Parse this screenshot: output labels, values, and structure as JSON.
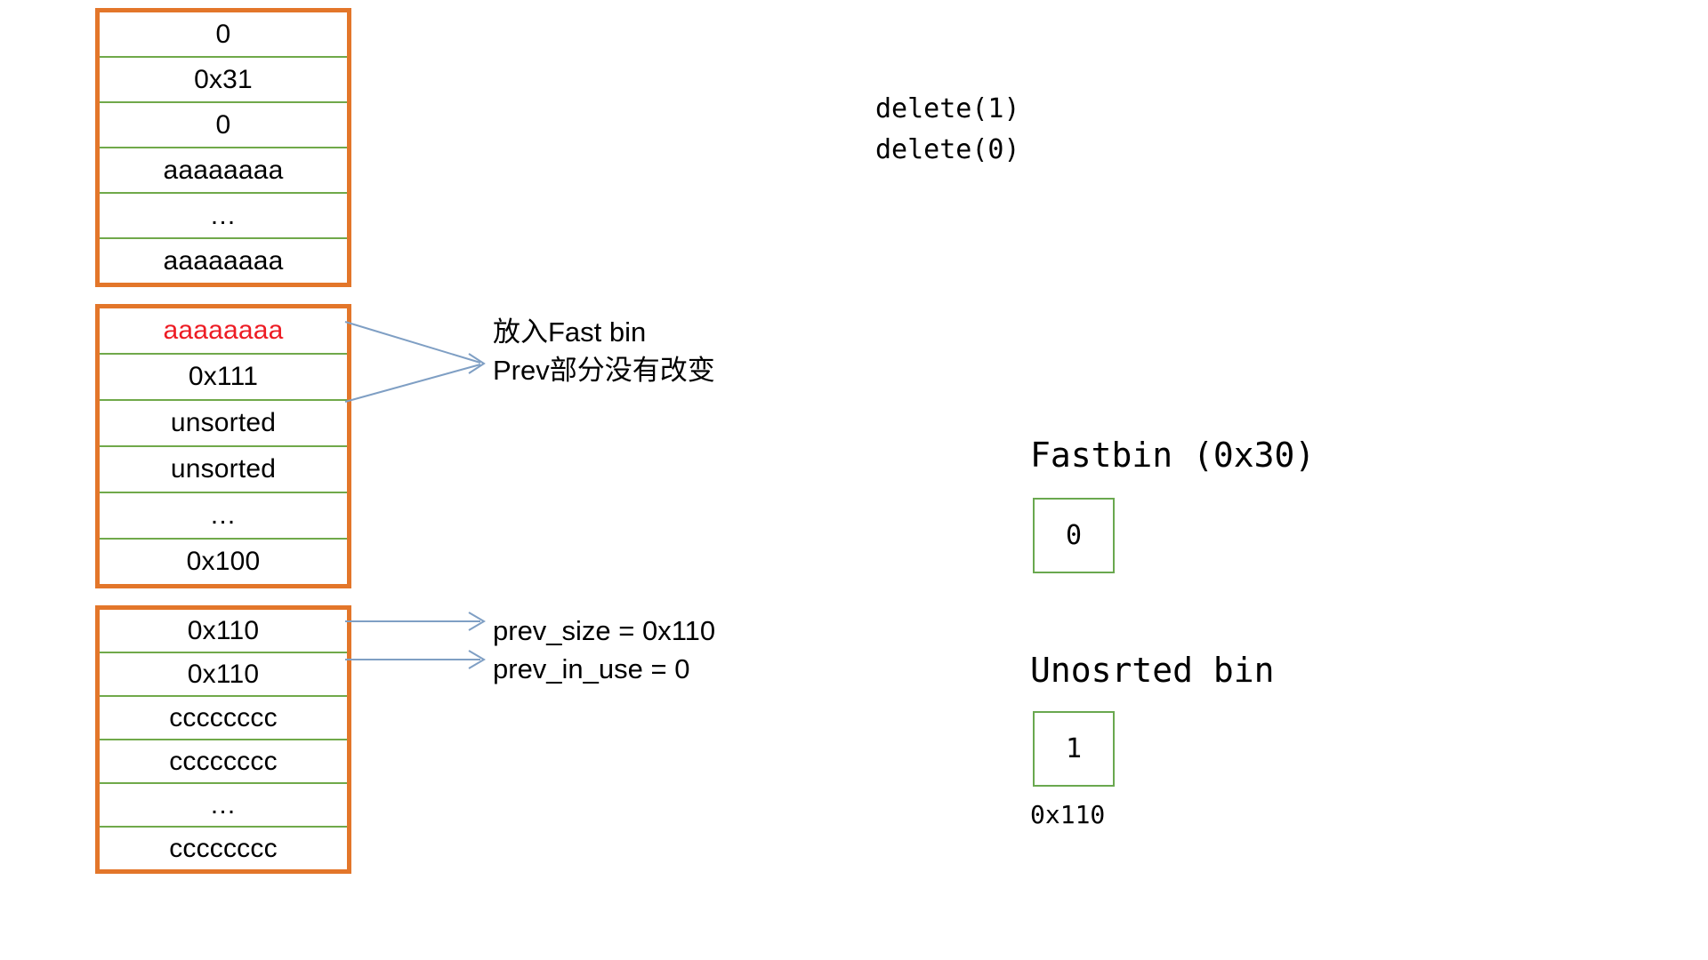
{
  "diagram": {
    "title": "heap chunk layout after delete(1) and delete(0)",
    "colors": {
      "chunk_border": "#e3762a",
      "row_divider": "#70a94a",
      "bin_border": "#6aa84f",
      "arrow": "#7f9fc4",
      "highlight_text": "#ed1c24",
      "text": "#000000",
      "background": "#ffffff"
    }
  },
  "chunks": [
    {
      "name": "chunk-0",
      "rows": [
        {
          "text": "0",
          "highlight": false
        },
        {
          "text": "0x31",
          "highlight": false
        },
        {
          "text": "0",
          "highlight": false
        },
        {
          "text": "aaaaaaaa",
          "highlight": false
        },
        {
          "text": "…",
          "highlight": false
        },
        {
          "text": "aaaaaaaa",
          "highlight": false
        }
      ]
    },
    {
      "name": "chunk-1",
      "rows": [
        {
          "text": "aaaaaaaa",
          "highlight": true
        },
        {
          "text": "0x111",
          "highlight": false
        },
        {
          "text": "unsorted",
          "highlight": false
        },
        {
          "text": "unsorted",
          "highlight": false
        },
        {
          "text": "…",
          "highlight": false
        },
        {
          "text": "0x100",
          "highlight": false
        }
      ]
    },
    {
      "name": "chunk-2",
      "rows": [
        {
          "text": "0x110",
          "highlight": false
        },
        {
          "text": "0x110",
          "highlight": false
        },
        {
          "text": "cccccccc",
          "highlight": false
        },
        {
          "text": "cccccccc",
          "highlight": false
        },
        {
          "text": "…",
          "highlight": false
        },
        {
          "text": "cccccccc",
          "highlight": false
        }
      ]
    }
  ],
  "annotations": {
    "fastbin_note": "放入Fast bin\nPrev部分没有改变",
    "prev_note": "prev_size = 0x110\nprev_in_use = 0"
  },
  "code": {
    "delete_calls": "delete(1)\ndelete(0)"
  },
  "bins": {
    "fastbin": {
      "title": "Fastbin (0x30)",
      "slot_value": "0"
    },
    "unsorted": {
      "title": "Unosrted bin",
      "slot_value": "1",
      "size_label": "0x110"
    }
  }
}
